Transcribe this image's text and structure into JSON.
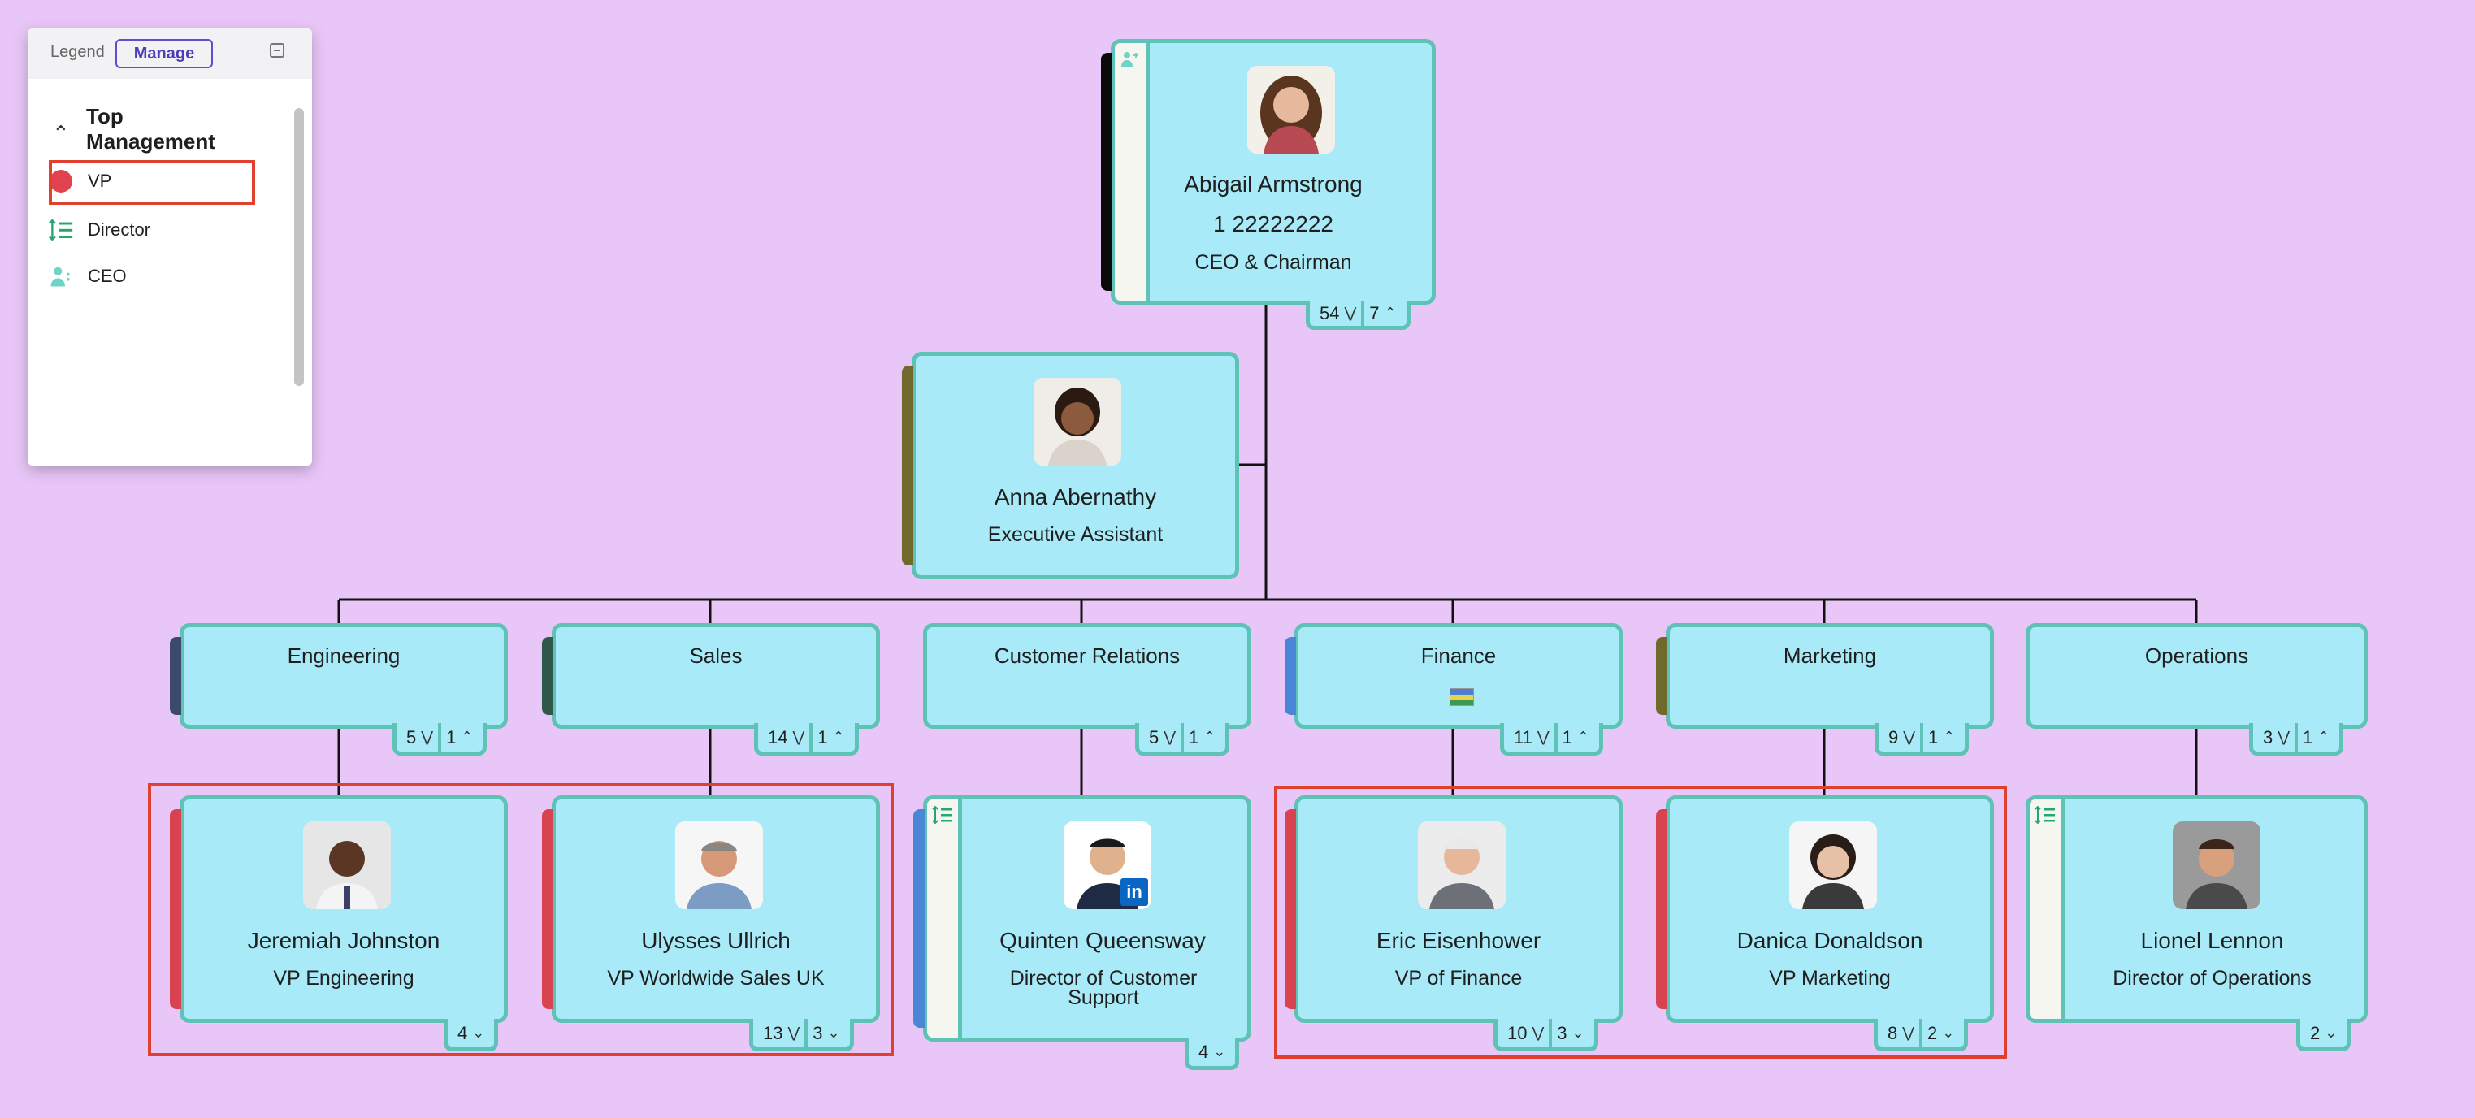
{
  "legend": {
    "tab_legend": "Legend",
    "tab_manage": "Manage",
    "group_title": "Top Management",
    "items": [
      {
        "label": "VP",
        "icon": "red-dot-icon",
        "color": "#e0434f"
      },
      {
        "label": "Director",
        "icon": "sort-list-icon",
        "color": "#2aa571"
      },
      {
        "label": "CEO",
        "icon": "person-icon",
        "color": "#6fd3c6"
      }
    ]
  },
  "colors": {
    "background": "#e9c6f8",
    "card_fill": "#a8eaf8",
    "card_border": "#5ec3b6",
    "highlight": "#e0402e",
    "vp_strip": "#d9434f",
    "director_strip": "#4a86d6"
  },
  "ceo": {
    "name": "Abigail Armstrong",
    "phone": "1 22222222",
    "title": "CEO & Chairman",
    "count_below": "54",
    "count_above": "7"
  },
  "assistant": {
    "name": "Anna Abernathy",
    "title": "Executive Assistant"
  },
  "departments": [
    {
      "name": "Engineering",
      "count_below": "5",
      "count_above": "1",
      "flag": ""
    },
    {
      "name": "Sales",
      "count_below": "14",
      "count_above": "1",
      "flag": ""
    },
    {
      "name": "Customer Relations",
      "count_below": "5",
      "count_above": "1",
      "flag": ""
    },
    {
      "name": "Finance",
      "count_below": "11",
      "count_above": "1",
      "flag": "flag-icon"
    },
    {
      "name": "Marketing",
      "count_below": "9",
      "count_above": "1",
      "flag": ""
    },
    {
      "name": "Operations",
      "count_below": "3",
      "count_above": "1",
      "flag": ""
    }
  ],
  "people": [
    {
      "name": "Jeremiah Johnston",
      "title": "VP Engineering",
      "count_below": "4",
      "count_above": ""
    },
    {
      "name": "Ulysses Ullrich",
      "title": "VP Worldwide Sales UK",
      "count_below": "13",
      "count_above": "3"
    },
    {
      "name": "Quinten Queensway",
      "title": "Director of Customer Support",
      "count_below": "4",
      "count_above": "",
      "badge": "linkedin-icon"
    },
    {
      "name": "Eric Eisenhower",
      "title": "VP of Finance",
      "count_below": "10",
      "count_above": "3"
    },
    {
      "name": "Danica Donaldson",
      "title": "VP Marketing",
      "count_below": "8",
      "count_above": "2"
    },
    {
      "name": "Lionel Lennon",
      "title": "Director of Operations",
      "count_below": "2",
      "count_above": ""
    }
  ]
}
